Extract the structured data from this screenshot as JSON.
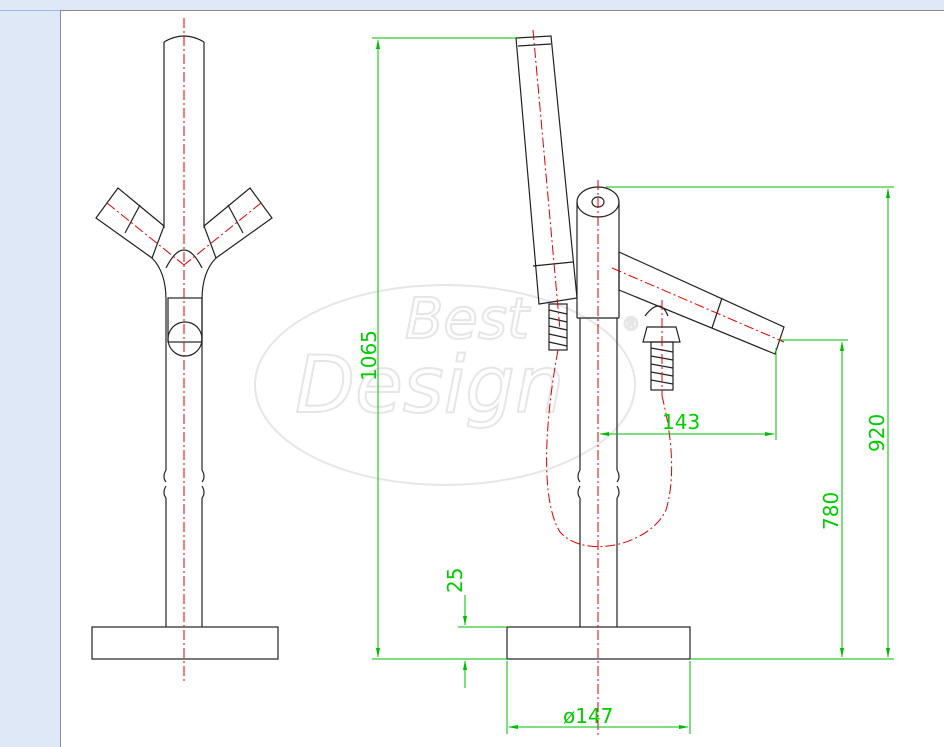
{
  "window": {
    "background": "#dfe8f6",
    "frame_border": "#8d8d8d"
  },
  "drawing": {
    "colors": {
      "outline": "#222222",
      "centerline": "#e00000",
      "dimension": "#00bb00",
      "watermark": "#e6e6e6"
    },
    "watermark": {
      "line1": "Best",
      "line2": "Design",
      "mark": "®"
    },
    "dimensions": {
      "height_total": "1065",
      "height_spout": "920",
      "height_hose": "780",
      "base_thickness": "25",
      "spout_reach": "143",
      "base_diameter": "ø147"
    }
  }
}
